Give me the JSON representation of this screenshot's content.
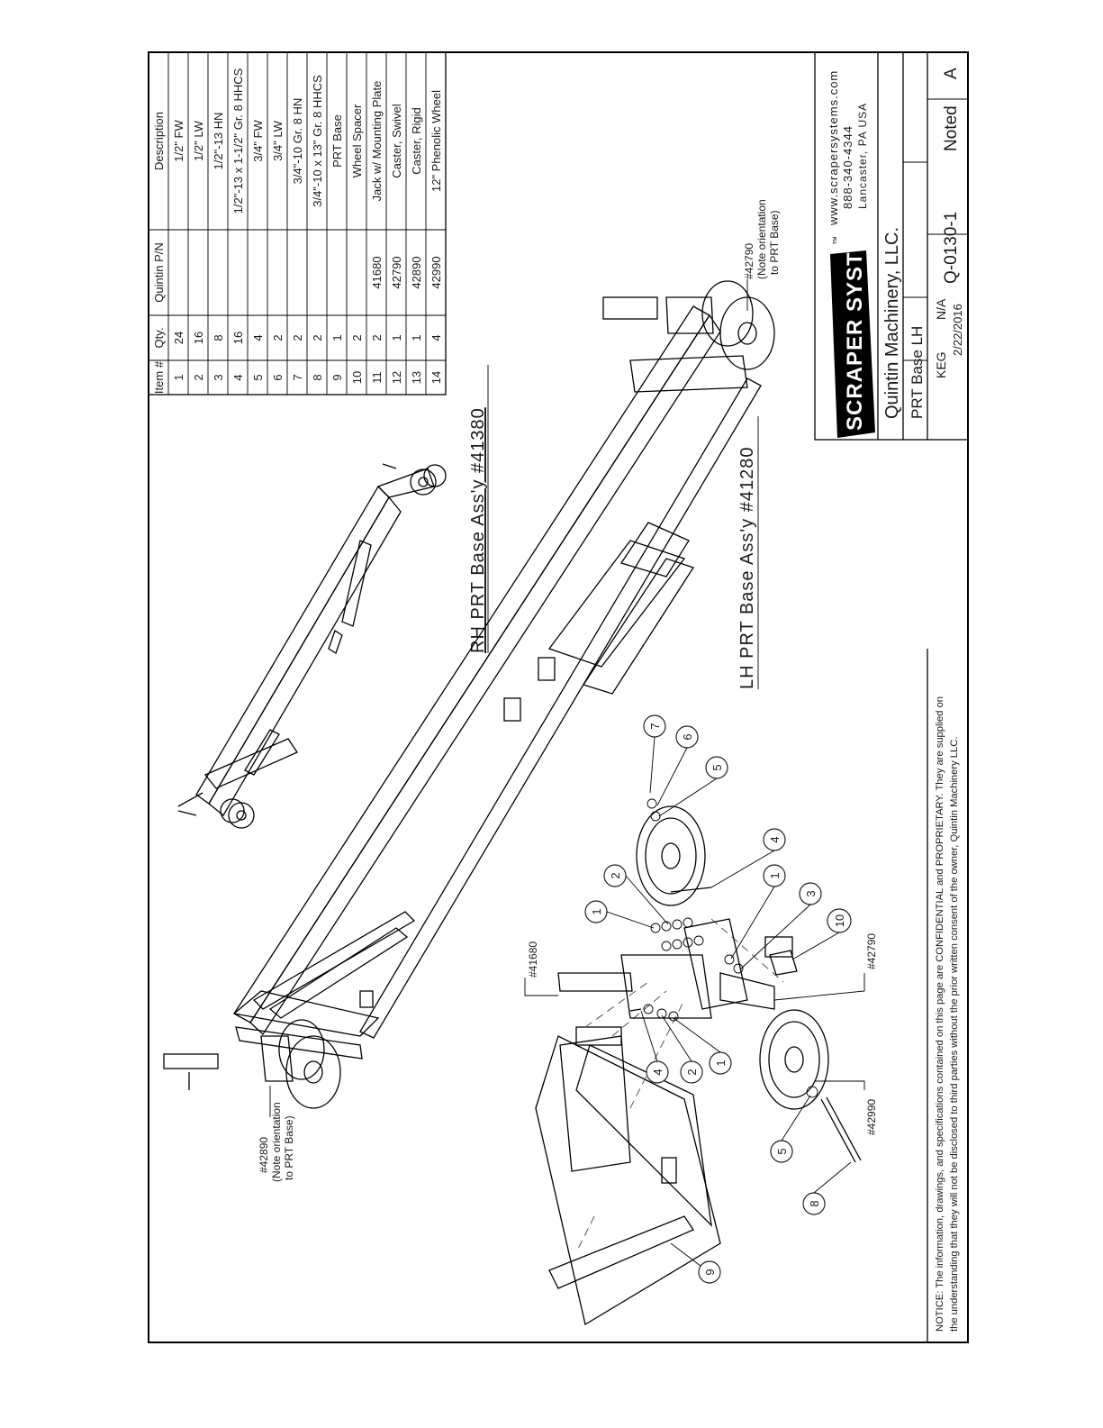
{
  "bom": {
    "headers": {
      "item": "Item #",
      "qty": "Qty.",
      "pn": "Quintin P/N",
      "desc": "Description"
    },
    "rows": [
      {
        "item": "1",
        "qty": "24",
        "pn": "",
        "desc": "1/2\" FW"
      },
      {
        "item": "2",
        "qty": "16",
        "pn": "",
        "desc": "1/2\" LW"
      },
      {
        "item": "3",
        "qty": "8",
        "pn": "",
        "desc": "1/2\"-13 HN"
      },
      {
        "item": "4",
        "qty": "16",
        "pn": "",
        "desc": "1/2\"-13 x 1-1/2\" Gr. 8 HHCS"
      },
      {
        "item": "5",
        "qty": "4",
        "pn": "",
        "desc": "3/4\" FW"
      },
      {
        "item": "6",
        "qty": "2",
        "pn": "",
        "desc": "3/4\" LW"
      },
      {
        "item": "7",
        "qty": "2",
        "pn": "",
        "desc": "3/4\"-10 Gr. 8 HN"
      },
      {
        "item": "8",
        "qty": "2",
        "pn": "",
        "desc": "3/4\"-10 x 13\" Gr. 8 HHCS"
      },
      {
        "item": "9",
        "qty": "1",
        "pn": "",
        "desc": "PRT Base"
      },
      {
        "item": "10",
        "qty": "2",
        "pn": "",
        "desc": "Wheel Spacer"
      },
      {
        "item": "11",
        "qty": "2",
        "pn": "41680",
        "desc": "Jack w/ Mounting Plate"
      },
      {
        "item": "12",
        "qty": "1",
        "pn": "42790",
        "desc": "Caster, Swivel"
      },
      {
        "item": "13",
        "qty": "1",
        "pn": "42890",
        "desc": "Caster, Rigid"
      },
      {
        "item": "14",
        "qty": "4",
        "pn": "42990",
        "desc": "12\" Phenolic Wheel"
      }
    ]
  },
  "captions": {
    "rh": "RH PRT Base Ass'y #41380",
    "lh": "LH PRT Base Ass'y #41280"
  },
  "callouts": {
    "c42790_top": [
      "#42790",
      "(Note orientation",
      "to PRT Base)"
    ],
    "c42890": [
      "#42890",
      "(Note orientation",
      "to PRT Base)"
    ],
    "c41680": "#41680",
    "c42790": "#42790",
    "c42990": "#42990"
  },
  "balloons": [
    "1",
    "2",
    "3",
    "4",
    "5",
    "6",
    "7",
    "8",
    "9",
    "10"
  ],
  "logo": {
    "brand": "SCRAPER SYSTEMS",
    "tm": "™",
    "website": "www.scrapersystems.com",
    "phone": "888-340-4344",
    "location": "Lancaster, PA USA"
  },
  "title_block": {
    "company": "Quintin Machinery, LLC.",
    "title": "PRT Base LH",
    "drawn_by": "KEG",
    "scale": "N/A",
    "date": "2/22/2016",
    "project_code": "Q-0130-1",
    "part_no": "Noted",
    "rev": "A"
  },
  "notice": [
    "NOTICE: The information, drawings, and specifications contained on this page are CONFIDENTIAL and PROPRIETARY. They are supplied on",
    "the understanding that they will not be disclosed to third parties without the prior written consent of the owner, Quintin Machinery LLC."
  ],
  "colors": {
    "ink": "#000000",
    "paper": "#ffffff"
  }
}
